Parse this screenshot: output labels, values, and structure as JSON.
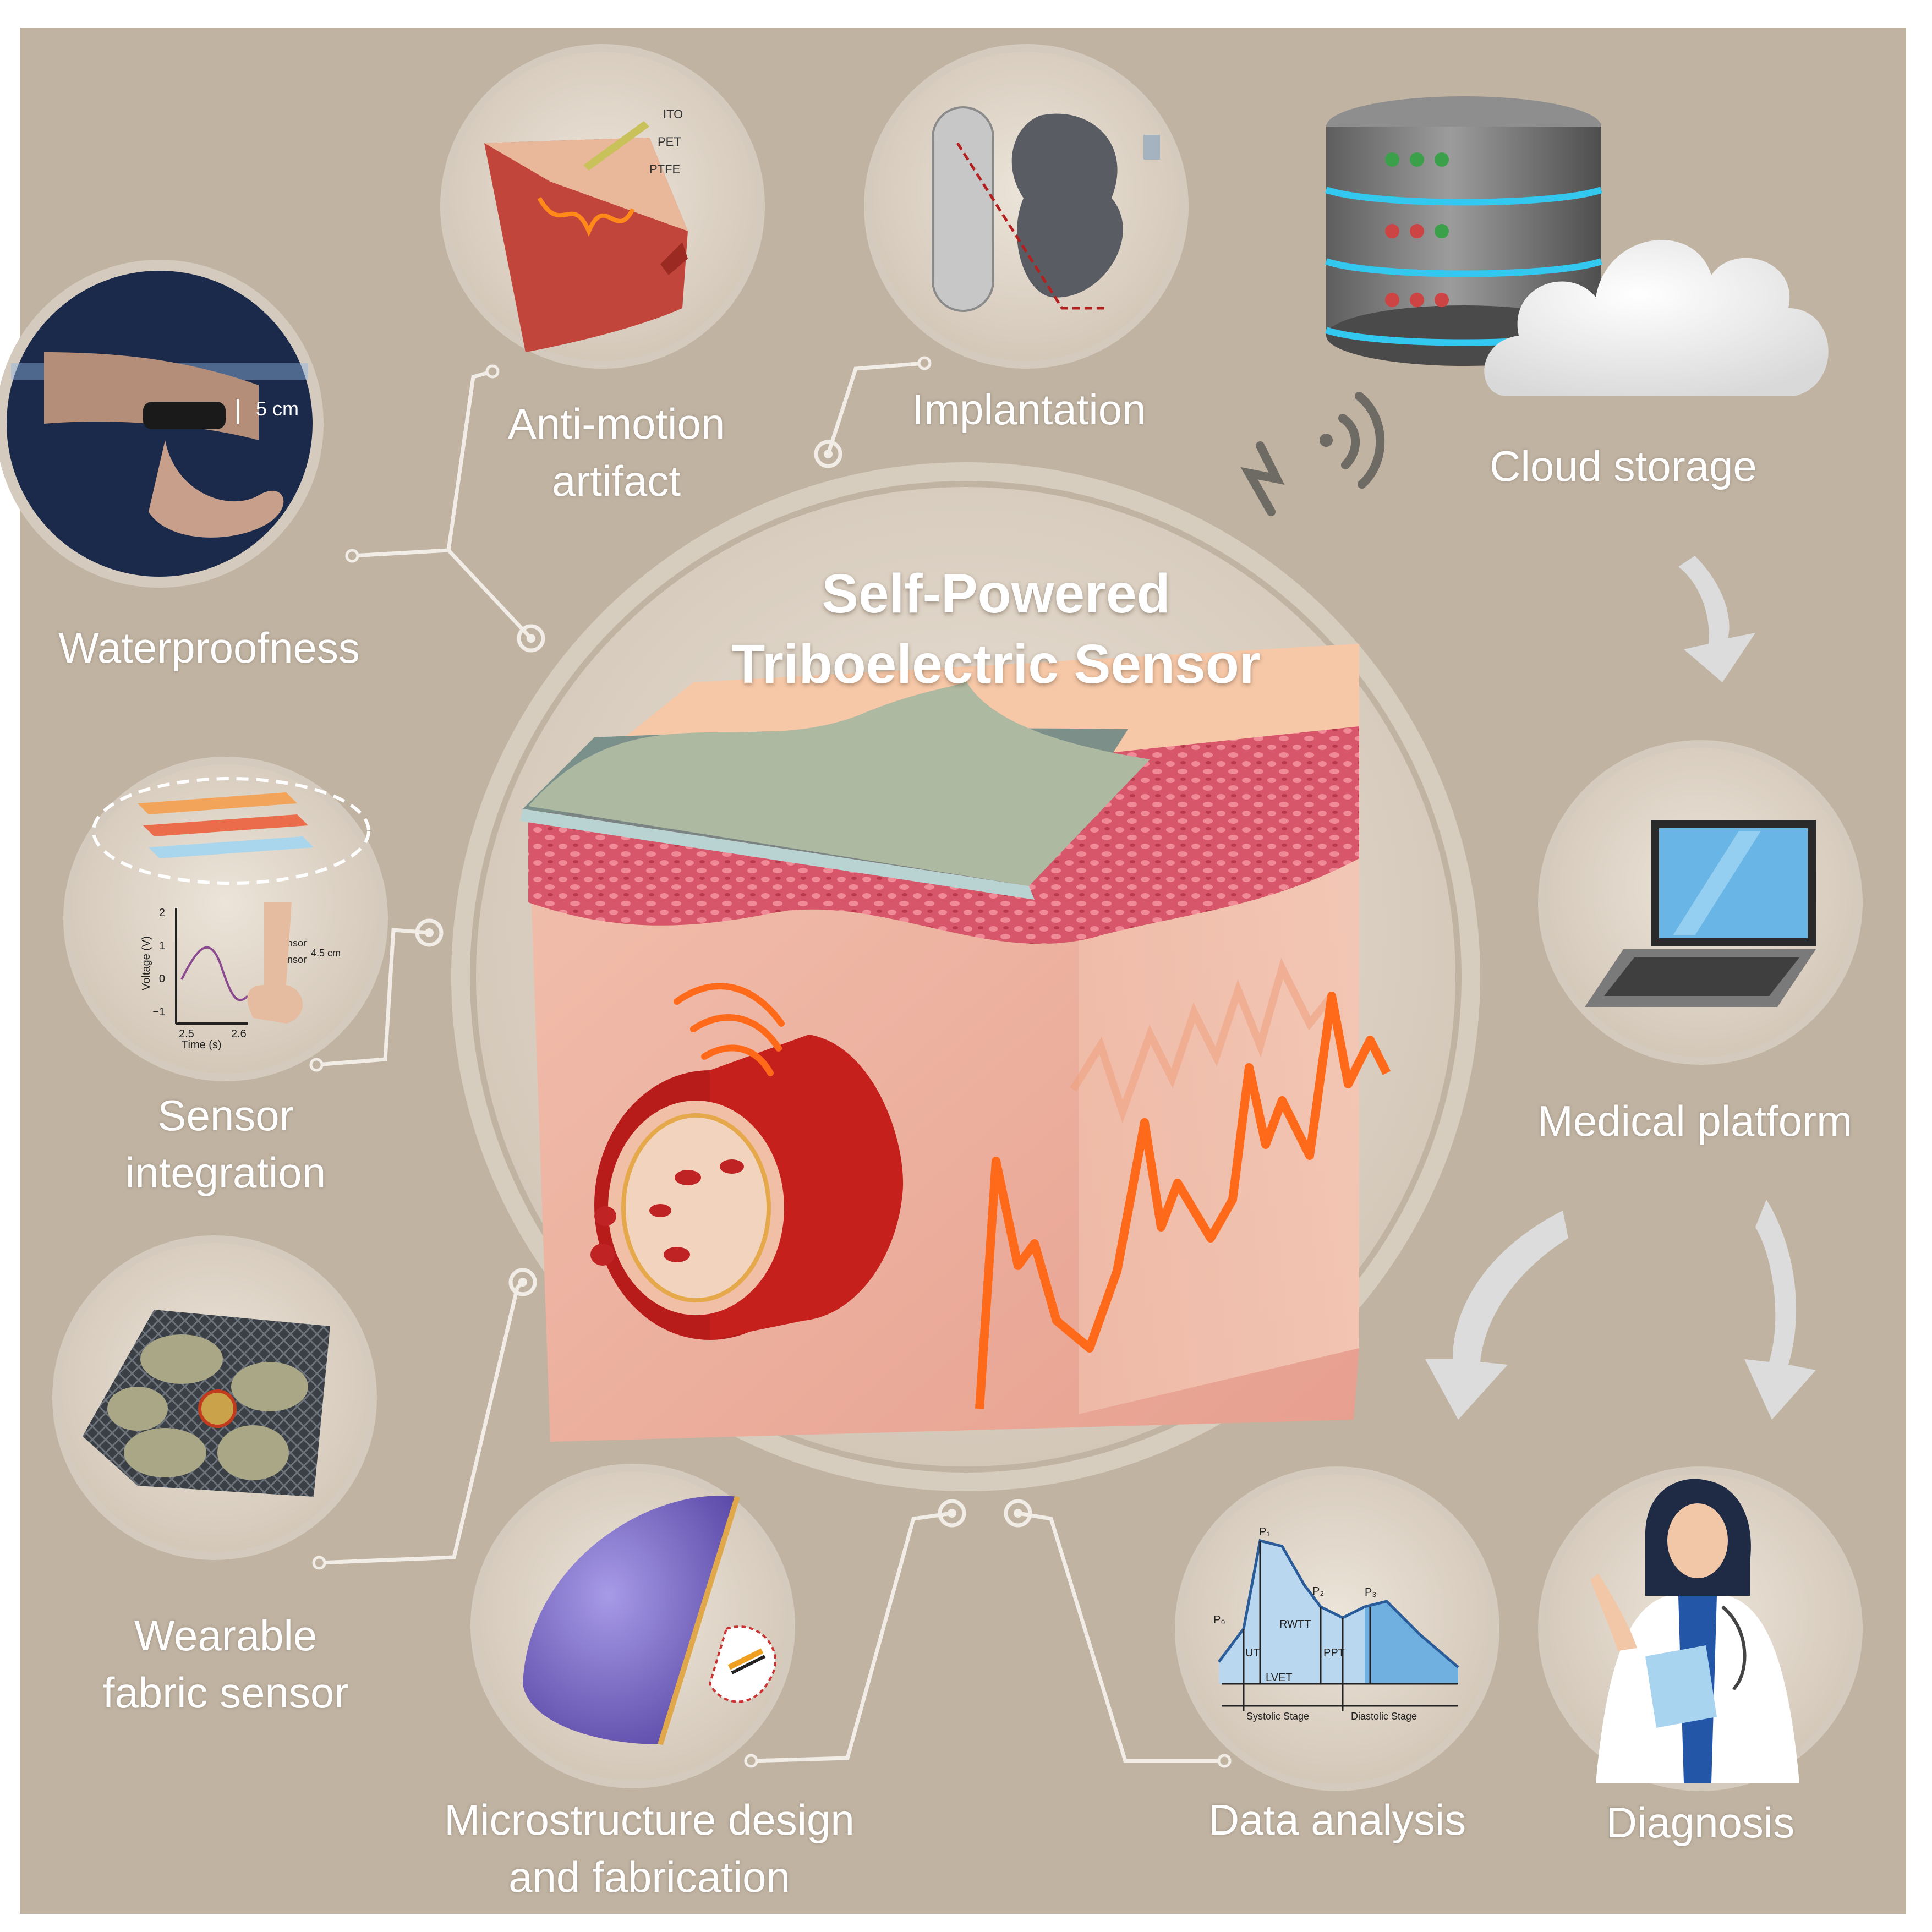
{
  "title": {
    "line1": "Self-Powered",
    "line2": "Triboelectric Sensor"
  },
  "labels": {
    "waterproofness": "Waterproofness",
    "anti_motion": [
      "Anti-motion",
      "artifact"
    ],
    "implantation": "Implantation",
    "cloud_storage": "Cloud storage",
    "sensor_integration": [
      "Sensor",
      "integration"
    ],
    "medical_platform": "Medical platform",
    "wearable_fabric": [
      "Wearable",
      "fabric sensor"
    ],
    "microstructure": [
      "Microstructure design",
      "and fabrication"
    ],
    "data_analysis": "Data analysis",
    "diagnosis": "Diagnosis"
  },
  "inset_text": {
    "depth": "5 cm",
    "layers": [
      "ITO",
      "PET",
      "PTFE"
    ],
    "voltage_axis": "Voltage (V)",
    "time_axis": "Time (s)",
    "y_ticks": [
      "2",
      "1",
      "0",
      "−1"
    ],
    "x_ticks": [
      "2.5",
      "2.6"
    ],
    "sensor_distance": "4.5 cm",
    "sensor_tags": [
      "Sensor",
      "Sensor"
    ],
    "points": [
      "P₁",
      "P₂",
      "P₃",
      "P₀"
    ],
    "intervals": [
      "RWTT",
      "UT",
      "PPT",
      "LVET"
    ],
    "stages": [
      "Systolic Stage",
      "Diastolic Stage"
    ]
  },
  "colors": {
    "background": "#c0b3a2",
    "circle_fill": "#e0d6c8",
    "ring": "#d9cfc1",
    "signal": "#ff6a1a",
    "vessel": "#c6201d",
    "skin": "#efb9a6",
    "dermis": "#d95466",
    "film": "#a9b8a0",
    "server_glow": "#33c8f0",
    "arrow": "#dcdcdc"
  },
  "icons": [
    "wifi-signal-icon",
    "server-icon",
    "cloud-icon",
    "laptop-icon",
    "doctor-icon",
    "down-arrow-icon",
    "curved-arrow-icon"
  ]
}
